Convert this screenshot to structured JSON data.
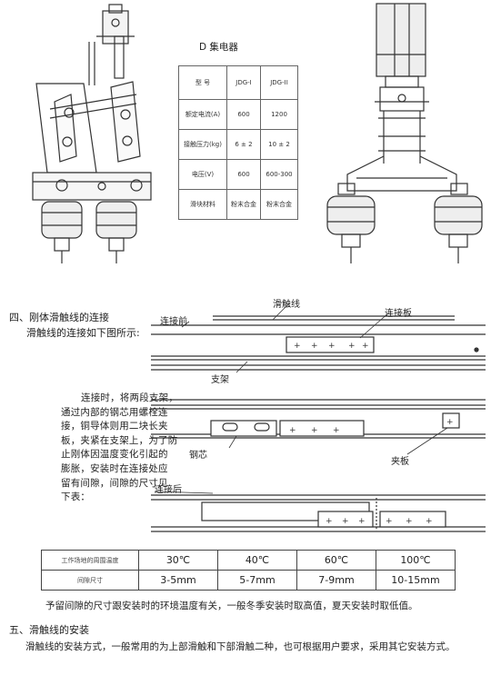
{
  "collector": {
    "title": "D 集电器",
    "headers": [
      "型  号",
      "JDG-I",
      "JDG-II"
    ],
    "rows": [
      {
        "label": "额定电流(A)",
        "v1": "600",
        "v2": "1200"
      },
      {
        "label": "接触压力(kg)",
        "v1": "6 ± 2",
        "v2": "10 ± 2"
      },
      {
        "label": "电压(V)",
        "v1": "600",
        "v2": "600-300"
      },
      {
        "label": "滑块材料",
        "v1": "粉末合金",
        "v2": "粉末合金"
      }
    ]
  },
  "section4": {
    "heading": "四、刚体滑触线的连接",
    "intro": "滑触线的连接如下图所示:",
    "labels": {
      "before": "连接前",
      "wire": "滑触线",
      "plate": "连接板",
      "bracket": "支架",
      "core": "钢芯",
      "clamp": "夹板",
      "after": "连接后"
    },
    "paragraph_lines": [
      "连接时，将两段支架，",
      "通过内部的钢芯用螺栓连",
      "接，铜导体则用二块长夹",
      "板，夹紧在支架上，为了防",
      "止刚体因温度变化引起的",
      "膨胀，安装时在连接处应",
      "留有间隙，间隙的尺寸见",
      "下表："
    ],
    "gap_table": {
      "row1_label": "工作场地的周围温度",
      "temps": [
        "30℃",
        "40℃",
        "60℃",
        "100℃"
      ],
      "row2_label": "间隙尺寸",
      "gaps": [
        "3-5mm",
        "5-7mm",
        "7-9mm",
        "10-15mm"
      ]
    },
    "note": "予留间隙的尺寸跟安装时的环境温度有关，一般冬季安装时取高值，夏天安装时取低值。"
  },
  "section5": {
    "heading": "五、滑触线的安装",
    "text": "滑触线的安装方式，一般常用的为上部滑触和下部滑触二种，也可根据用户要求，采用其它安装方式。"
  }
}
